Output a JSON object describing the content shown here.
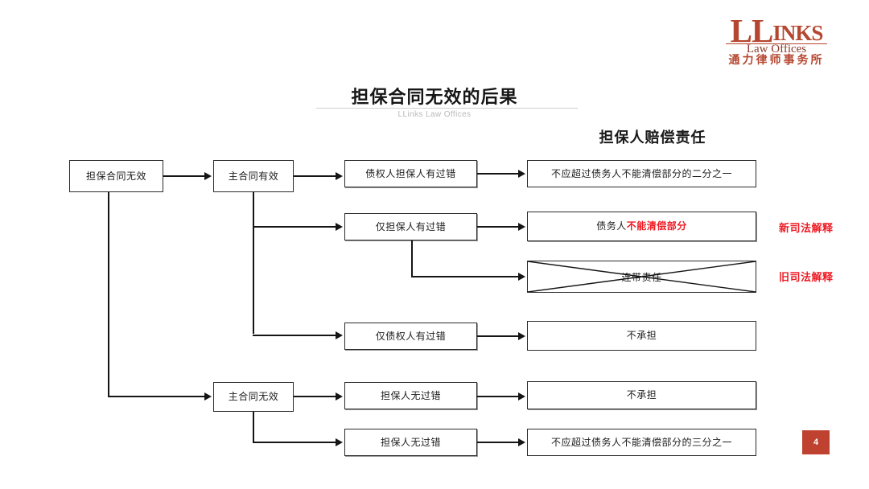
{
  "brand": {
    "logo_main_big": "LL",
    "logo_main_small": "INKS",
    "logo_sub": "Law Offices",
    "logo_cn": "通力律师事务所",
    "accent_color": "#b5462f"
  },
  "slide": {
    "title": "担保合同无效的后果",
    "subtitle": "LLinks Law Offices",
    "page_number": "4",
    "page_badge_color": "#bf4130",
    "red_color": "#ee1b24"
  },
  "diagram": {
    "column_header": "担保人赔偿责任",
    "nodes": {
      "root": "担保合同无效",
      "main_valid": "主合同有效",
      "main_invalid": "主合同无效",
      "cond_both_fault": "债权人担保人有过错",
      "cond_guarantor_fault": "仅担保人有过错",
      "cond_creditor_fault": "仅债权人有过错",
      "cond_no_fault_a": "担保人无过错",
      "cond_no_fault_b": "担保人无过错",
      "result_half": "不应超过债务人不能清偿部分的二分之一",
      "result_unpaid_prefix": "债务人",
      "result_unpaid_red": "不能清偿部分",
      "result_joint_liability": "连带责任",
      "result_none_a": "不承担",
      "result_none_b": "不承担",
      "result_third": "不应超过债务人不能清偿部分的三分之一"
    },
    "annotations": {
      "new_interpretation": "新司法解释",
      "old_interpretation": "旧司法解释"
    }
  }
}
